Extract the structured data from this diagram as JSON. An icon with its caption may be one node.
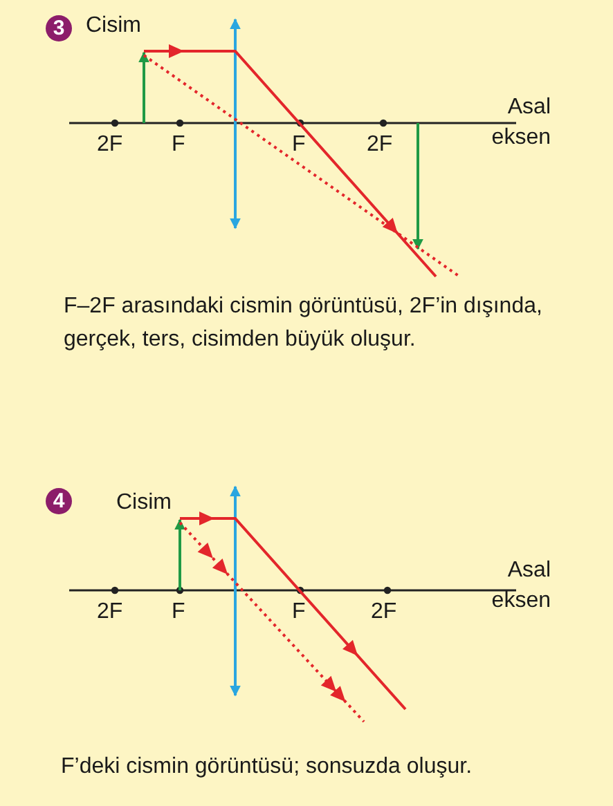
{
  "diagram": {
    "nodes": [
      {
        "text": [
          "3"
        ]
      },
      {
        "text": [
          "4"
        ]
      }
    ],
    "labels": [
      "Cisim",
      "Asal eksen",
      "2F",
      "F",
      "F",
      "2F",
      "F–2F arasındaki cismin görüntüsü, 2F’in dışında, gerçek, ters, cisimden büyük oluşur.",
      "Cisim",
      "Asal eksen",
      "2F",
      "F",
      "F",
      "2F",
      "F’deki cismin görüntüsü; sonsuzda oluşur."
    ]
  }
}
